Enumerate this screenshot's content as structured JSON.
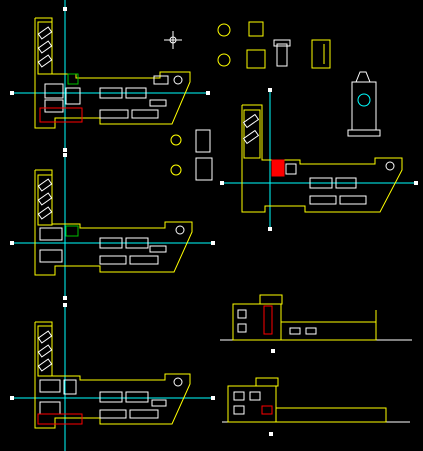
{
  "canvas": {
    "background": "#000000",
    "colors": {
      "outline": "#ffff00",
      "white": "#ffffff",
      "cyan": "#00ffff",
      "red": "#ff0000",
      "green": "#00c000",
      "blue": "#4060ff",
      "magenta": "#ff00ff"
    }
  },
  "drawing": {
    "views": [
      {
        "kind": "floor-plan"
      },
      {
        "kind": "floor-plan"
      },
      {
        "kind": "floor-plan"
      },
      {
        "kind": "floor-plan"
      },
      {
        "kind": "elevation"
      },
      {
        "kind": "elevation"
      }
    ],
    "symbols": [
      {
        "kind": "north-arrow-icon"
      },
      {
        "kind": "fire-hydrant-icon"
      },
      {
        "kind": "fire-hydrant-icon"
      },
      {
        "kind": "building-sign-icon"
      },
      {
        "kind": "tree-plan-icon"
      },
      {
        "kind": "lamp-post-icon"
      }
    ]
  }
}
